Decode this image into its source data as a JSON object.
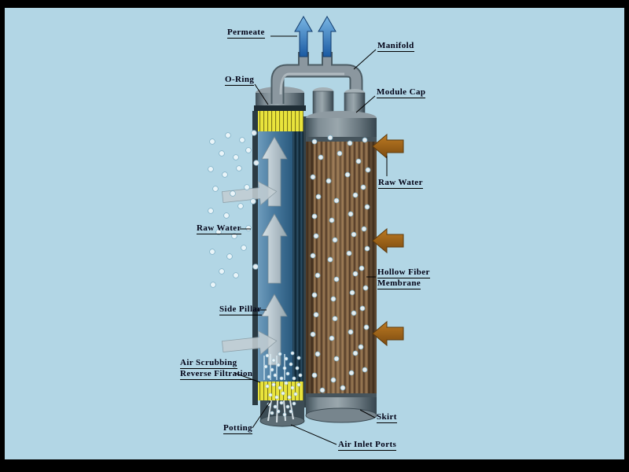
{
  "figure": {
    "labels": {
      "permeate": "Permeate",
      "manifold": "Manifold",
      "o_ring": "O-Ring",
      "module_cap": "Module Cap",
      "raw_water_right": "Raw Water",
      "raw_water_left": "Raw Water",
      "hollow_fiber_line1": "Hollow Fiber",
      "hollow_fiber_line2": "Membrane",
      "side_pillar": "Side Pillar",
      "air_scrubbing_line1": "Air Scrubbing",
      "air_scrubbing_line2": "Reverse Filtration",
      "potting": "Potting",
      "air_inlet_ports": "Air Inlet Ports",
      "skirt": "Skirt"
    },
    "colors": {
      "background": "#b2d6e5",
      "frame": "#000000",
      "permeate_arrow": "#2f6fb4",
      "raw_water_arrow": "#a2661a",
      "potting": "#e9e43c",
      "module_gray": "#7f8d95",
      "membrane_fiber": "#7d5f42",
      "interior_blue": "#4a7ba0",
      "flow_arrow": "#c3ced3",
      "label_text": "#000014"
    }
  }
}
